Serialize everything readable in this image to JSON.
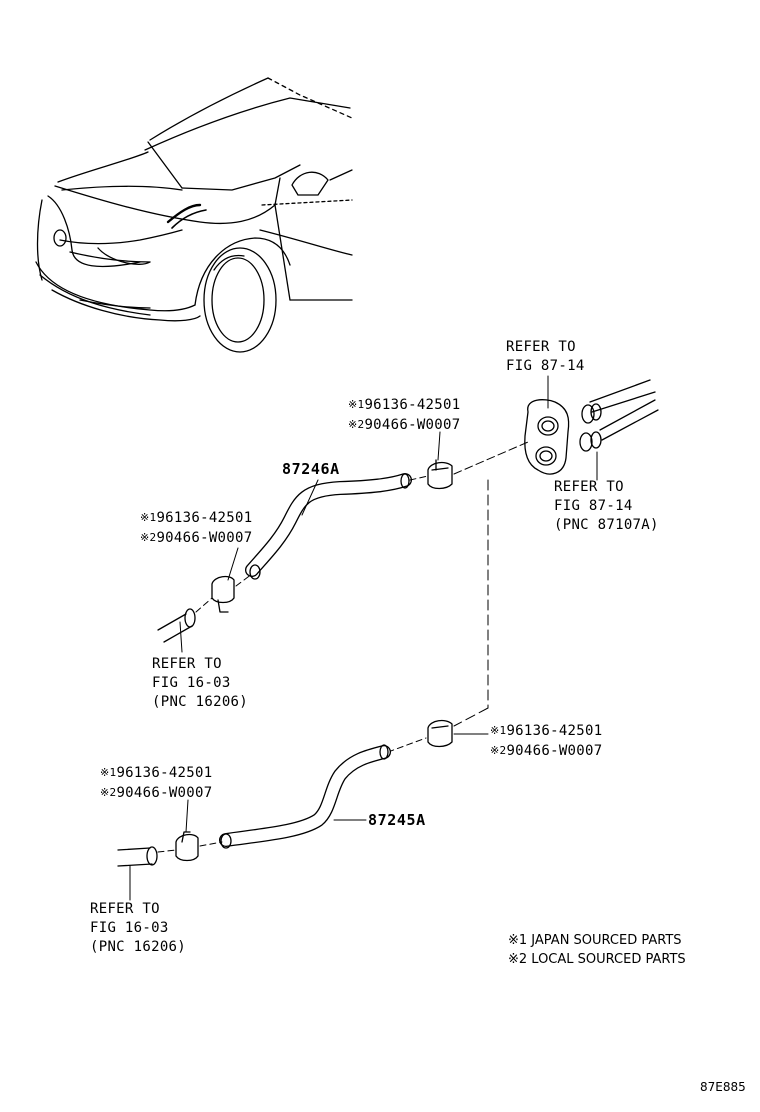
{
  "refs": {
    "top_right_upper": {
      "line1": "REFER TO",
      "line2": "FIG 87-14"
    },
    "top_right_lower": {
      "line1": "REFER TO",
      "line2": "FIG 87-14",
      "pnc": "(PNC 87107A)"
    },
    "mid_left": {
      "line1": "REFER TO",
      "line2": "FIG 16-03",
      "pnc": "(PNC 16206)"
    },
    "bottom_left": {
      "line1": "REFER TO",
      "line2": "FIG 16-03",
      "pnc": "(PNC 16206)"
    }
  },
  "clamps": {
    "upper_right": {
      "mark1": "※1",
      "part1": "96136-42501",
      "mark2": "※2",
      "part2": "90466-W0007"
    },
    "upper_left": {
      "mark1": "※1",
      "part1": "96136-42501",
      "mark2": "※2",
      "part2": "90466-W0007"
    },
    "lower_right": {
      "mark1": "※1",
      "part1": "96136-42501",
      "mark2": "※2",
      "part2": "90466-W0007"
    },
    "lower_left": {
      "mark1": "※1",
      "part1": "96136-42501",
      "mark2": "※2",
      "part2": "90466-W0007"
    }
  },
  "parts": {
    "upper_hose": "87246A",
    "lower_hose": "87245A"
  },
  "legend": {
    "note1": "※1 JAPAN SOURCED PARTS",
    "note2": "※2 LOCAL SOURCED PARTS"
  },
  "figure_id": "87E885"
}
